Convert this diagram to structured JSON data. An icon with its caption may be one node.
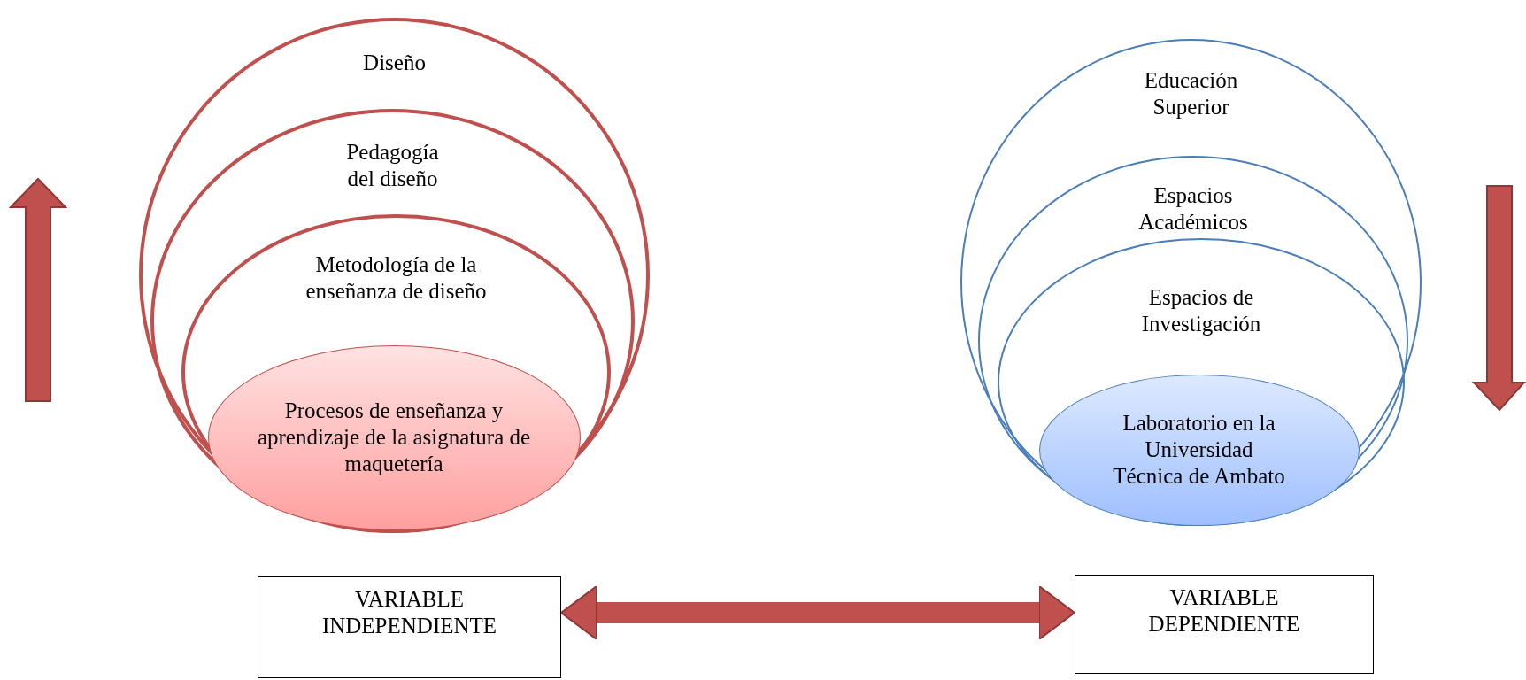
{
  "diagram": {
    "nodes": [
      {
        "text": [
          "Diseño"
        ]
      },
      {
        "text": [
          "Pedagogía del diseño"
        ],
        "in": 0
      },
      {
        "text": [
          "Metodología de la enseñanza de diseño"
        ],
        "in": 1
      },
      {
        "text": [
          "Procesos de enseñanza y aprendizaje de la asignatura de maquetería"
        ],
        "in": 2
      },
      {
        "text": [
          "Educación Superior"
        ]
      },
      {
        "text": [
          "Espacios Académicos"
        ],
        "in": 4
      },
      {
        "text": [
          "Espacios de Investigación"
        ],
        "in": 5
      },
      {
        "text": [
          "Laboratorio en la Universidad Técnica de Ambato"
        ],
        "in": 6
      },
      {
        "text": [
          "VARIABLE INDEPENDIENTE"
        ]
      },
      {
        "text": [
          "VARIABLE DEPENDIENTE"
        ]
      }
    ],
    "edges": [
      {
        "from": 8,
        "to": 9,
        "arrow": "both"
      }
    ]
  }
}
